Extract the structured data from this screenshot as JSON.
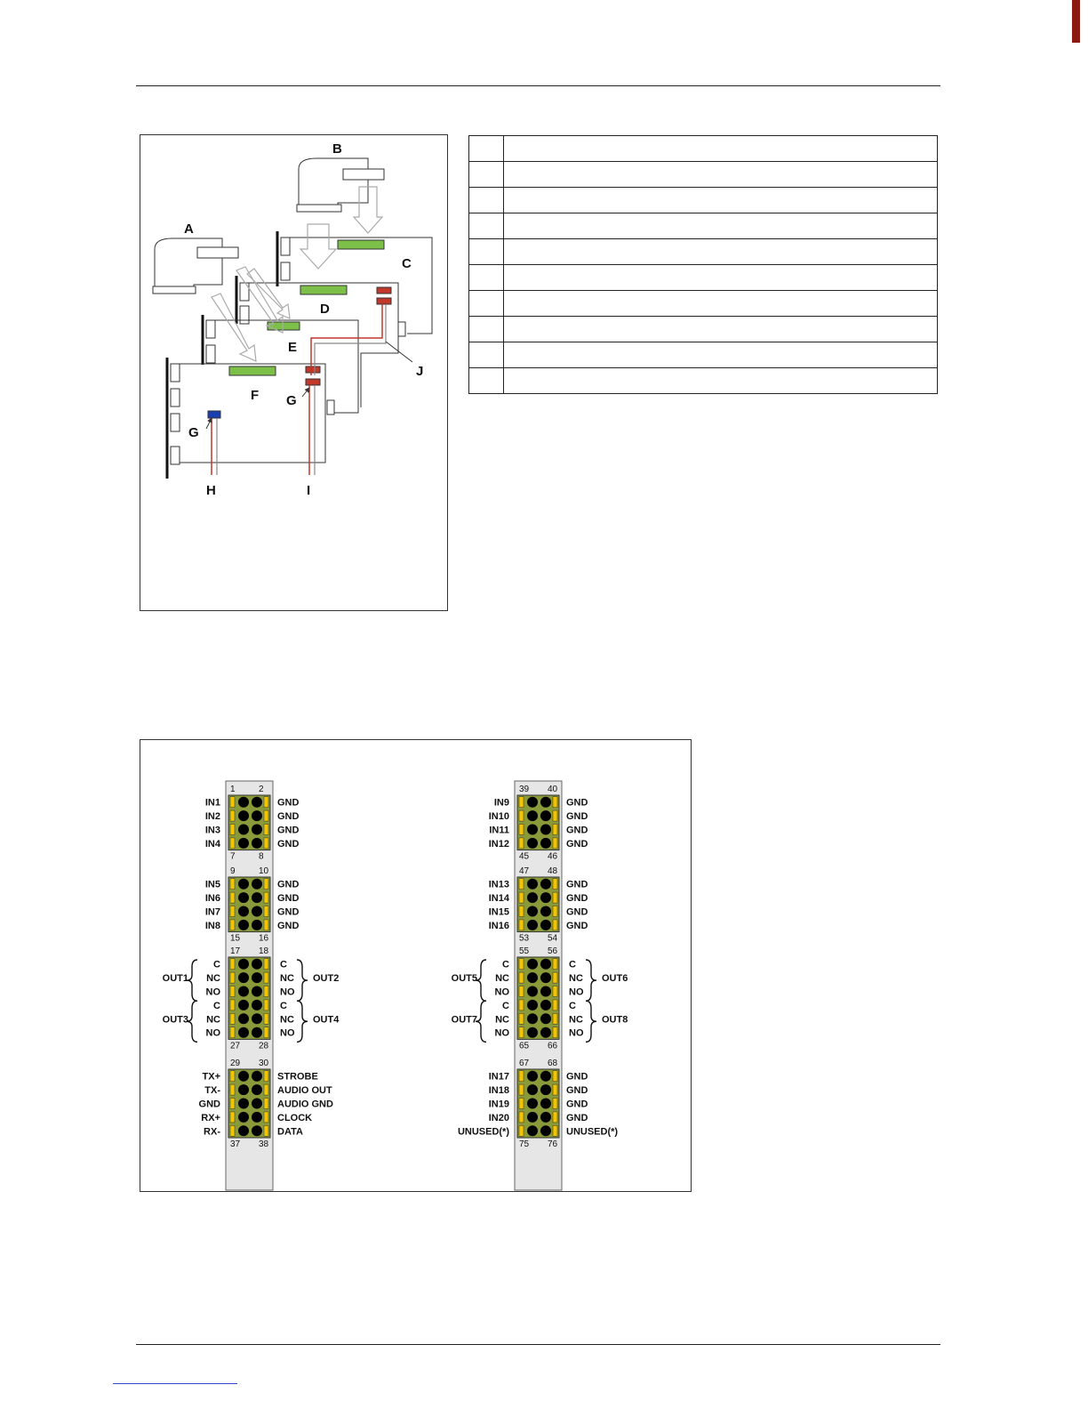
{
  "colors": {
    "board": "#8a9a3a",
    "terminal": "#f2c500",
    "pin": "#000000",
    "slot": "#7cc04a",
    "cable": "#c0392b",
    "blue_connector": "#1a3fb0"
  },
  "diagram": {
    "labels": {
      "A": "A",
      "B": "B",
      "C": "C",
      "D": "D",
      "E": "E",
      "F": "F",
      "G1": "G",
      "G2": "G",
      "H": "H",
      "I": "I",
      "J": "J"
    }
  },
  "legend": {
    "rows": [
      "",
      "",
      "",
      "",
      "",
      "",
      "",
      "",
      "",
      ""
    ]
  },
  "terminal_left": {
    "blocks": [
      {
        "top_nums": [
          "1",
          "2"
        ],
        "bottom_nums": [
          "7",
          "8"
        ],
        "left": [
          "IN1",
          "IN2",
          "IN3",
          "IN4"
        ],
        "right": [
          "GND",
          "GND",
          "GND",
          "GND"
        ]
      },
      {
        "top_nums": [
          "9",
          "10"
        ],
        "bottom_nums": [
          "15",
          "16"
        ],
        "left": [
          "IN5",
          "IN6",
          "IN7",
          "IN8"
        ],
        "right": [
          "GND",
          "GND",
          "GND",
          "GND"
        ]
      },
      {
        "top_nums": [
          "17",
          "18"
        ],
        "bottom_nums": [
          "27",
          "28"
        ],
        "relays": [
          {
            "left_name": "OUT1",
            "right_name": "OUT2",
            "contacts": [
              "C",
              "NC",
              "NO"
            ]
          },
          {
            "left_name": "OUT3",
            "right_name": "OUT4",
            "contacts": [
              "C",
              "NC",
              "NO"
            ]
          }
        ]
      },
      {
        "top_nums": [
          "29",
          "30"
        ],
        "bottom_nums": [
          "37",
          "38"
        ],
        "left": [
          "TX+",
          "TX-",
          "GND",
          "RX+",
          "RX-"
        ],
        "right": [
          "STROBE",
          "AUDIO OUT",
          "AUDIO GND",
          "CLOCK",
          "DATA"
        ]
      }
    ]
  },
  "terminal_right": {
    "blocks": [
      {
        "top_nums": [
          "39",
          "40"
        ],
        "bottom_nums": [
          "45",
          "46"
        ],
        "left": [
          "IN9",
          "IN10",
          "IN11",
          "IN12"
        ],
        "right": [
          "GND",
          "GND",
          "GND",
          "GND"
        ]
      },
      {
        "top_nums": [
          "47",
          "48"
        ],
        "bottom_nums": [
          "53",
          "54"
        ],
        "left": [
          "IN13",
          "IN14",
          "IN15",
          "IN16"
        ],
        "right": [
          "GND",
          "GND",
          "GND",
          "GND"
        ]
      },
      {
        "top_nums": [
          "55",
          "56"
        ],
        "bottom_nums": [
          "65",
          "66"
        ],
        "relays": [
          {
            "left_name": "OUT5",
            "right_name": "OUT6",
            "contacts": [
              "C",
              "NC",
              "NO"
            ]
          },
          {
            "left_name": "OUT7",
            "right_name": "OUT8",
            "contacts": [
              "C",
              "NC",
              "NO"
            ]
          }
        ]
      },
      {
        "top_nums": [
          "67",
          "68"
        ],
        "bottom_nums": [
          "75",
          "76"
        ],
        "left": [
          "IN17",
          "IN18",
          "IN19",
          "IN20",
          "UNUSED(*)"
        ],
        "right": [
          "GND",
          "GND",
          "GND",
          "GND",
          "UNUSED(*)"
        ]
      }
    ]
  }
}
